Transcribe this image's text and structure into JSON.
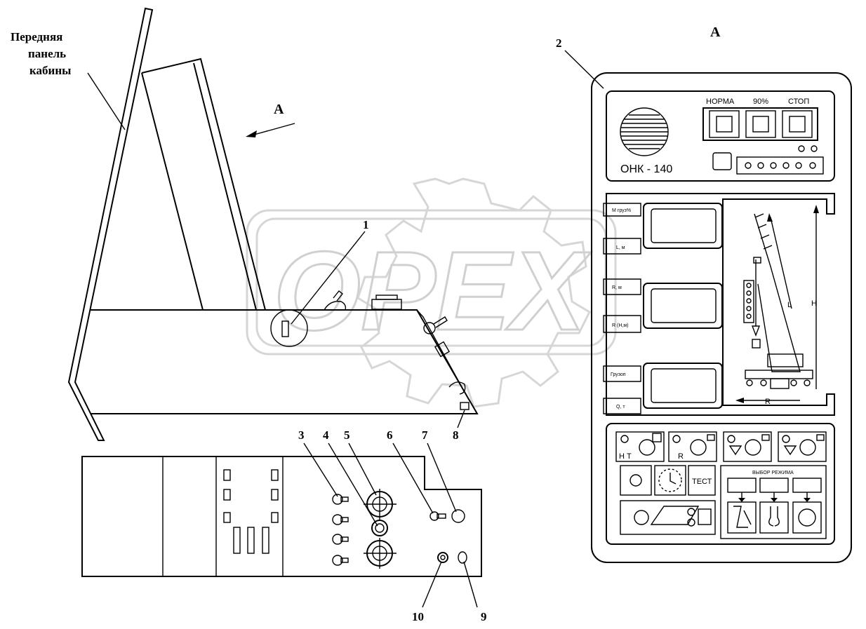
{
  "figure": {
    "caption_front_panel": [
      "Передняя",
      "панель",
      "кабины"
    ],
    "view_label": "А",
    "callouts": [
      "1",
      "2",
      "3",
      "4",
      "5",
      "6",
      "7",
      "8",
      "9",
      "10"
    ],
    "watermark": "OPEX"
  },
  "onk_panel": {
    "indicators": [
      "НОРМА",
      "90%",
      "СТОП"
    ],
    "device_name": "ОНК - 140",
    "display_labels": [
      "М груз%",
      "L, м",
      "R, м",
      "R (Н,м)",
      "Грузоп",
      "Q, т"
    ],
    "crane_labels": [
      "L",
      "H",
      "R"
    ],
    "test_button": "ТЕСТ",
    "mode_select": "ВЫБОР РЕЖИМА",
    "key_labels": [
      "Н Т",
      "R"
    ]
  }
}
